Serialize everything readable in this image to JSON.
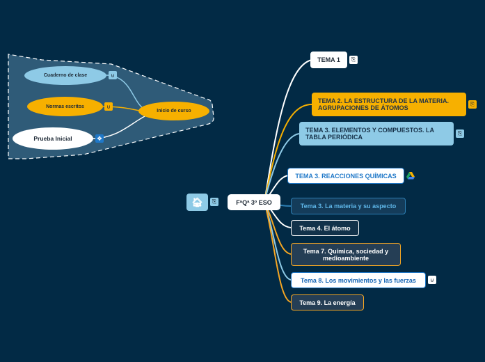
{
  "root": {
    "label": "FªQª 3º ESO"
  },
  "home_button": {
    "icon": "home-icon"
  },
  "topics": [
    {
      "label": "TEMA 1",
      "icon": "attachment-icon"
    },
    {
      "label": "TEMA 2. LA ESTRUCTURA DE LA MATERIA. AGRUPACIONES DE ÁTOMOS",
      "icon": "attachment-icon"
    },
    {
      "label": "TEMA 3. ELEMENTOS Y COMPUESTOS. LA TABLA PERIÓDICA",
      "icon": "attachment-icon"
    },
    {
      "label": "TEMA 3. REACCIONES QUÍMICAS",
      "icon": "google-drive-icon"
    },
    {
      "label": "Tema 3. La materia y su aspecto"
    },
    {
      "label": "Tema 4. El átomo"
    },
    {
      "label": "Tema 7. Química, sociedad y medioambiente"
    },
    {
      "label": "Tema 8. Los movimientos y las fuerzas",
      "icon": "link-icon"
    },
    {
      "label": "Tema 9. La energía"
    }
  ],
  "boundary_group": {
    "hub": {
      "label": "Inicio de curso"
    },
    "items": [
      {
        "label": "Cuaderno de clase",
        "icon": "link-icon"
      },
      {
        "label": "Normas escritos",
        "icon": "link-icon"
      },
      {
        "label": "Prueba Inicial",
        "icon": "dropbox-icon"
      }
    ]
  },
  "colors": {
    "background": "#022a45",
    "orange": "#f7b000",
    "light_blue": "#8ecae6",
    "white": "#ffffff",
    "link_blue": "#1f78c8",
    "boundary_fill": "#2f5b78"
  }
}
